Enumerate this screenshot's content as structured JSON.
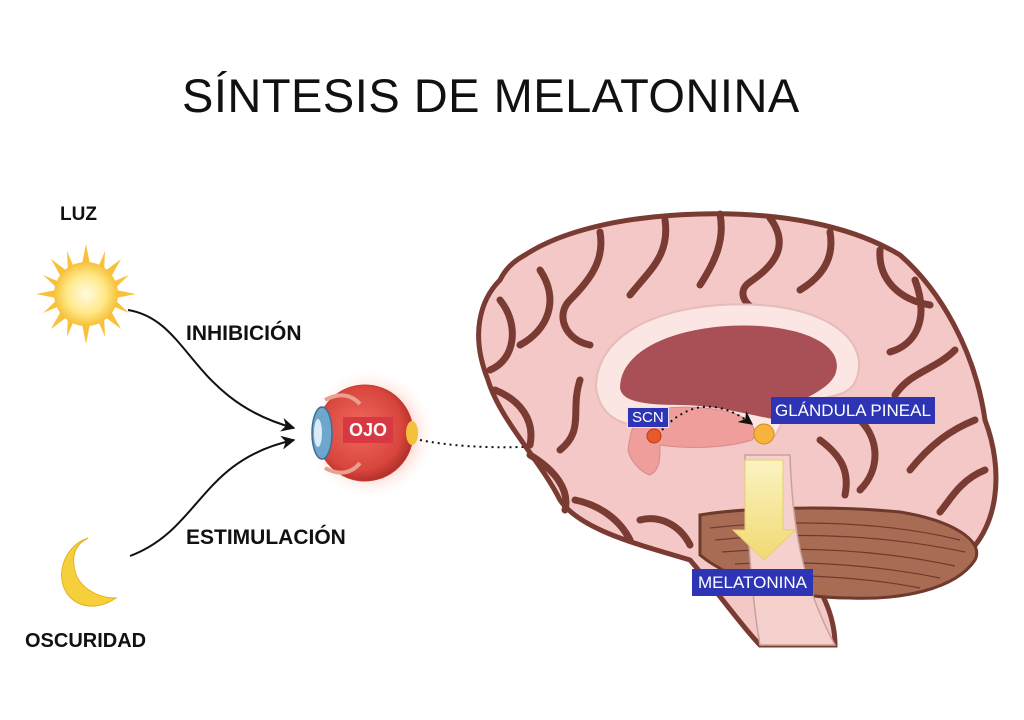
{
  "title": "SÍNTESIS DE MELATONINA",
  "labels": {
    "luz": "LUZ",
    "oscuridad": "OSCURIDAD",
    "inhibicion": "INHIBICIÓN",
    "estimulacion": "ESTIMULACIÓN",
    "ojo": "OJO",
    "scn": "SCN",
    "glandula_pineal": "GLÁNDULA PINEAL",
    "melatonina": "MELATONINA"
  },
  "colors": {
    "label_box": "#2e35b4",
    "ojo_box": "#d83842",
    "brain": "#f2c6c4",
    "brain_outline": "#7a3b32",
    "ventricle": "#a85056",
    "arrow": "#f3e48f",
    "cerebellum": "#a86c55",
    "sun": "#ffd84a"
  },
  "icons": [
    "sun-icon",
    "moon-icon",
    "eye-icon",
    "brain-icon"
  ]
}
